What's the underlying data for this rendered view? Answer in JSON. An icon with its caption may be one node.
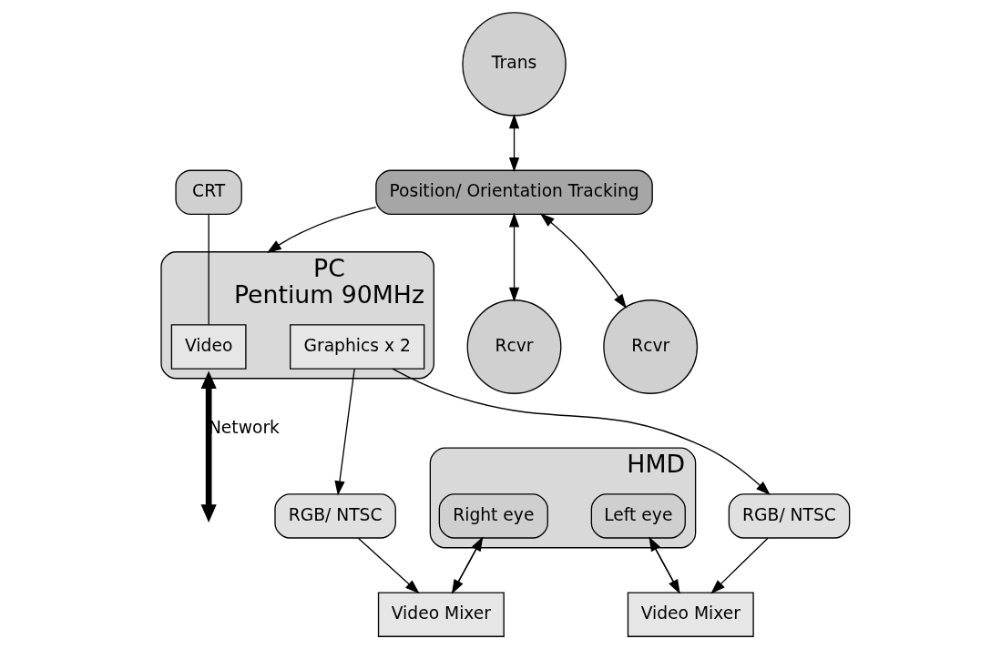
{
  "diagram": {
    "nodes": [
      {
        "text": [
          "PC",
          "Pentium 90MHz"
        ]
      },
      {
        "text": [
          "Video"
        ],
        "in": 0
      },
      {
        "text": [
          "Graphics x 2"
        ],
        "in": 0
      },
      {
        "text": [
          "CRT"
        ]
      },
      {
        "text": [
          "RGB/ NTSC"
        ]
      },
      {
        "text": [
          "RGB/ NTSC"
        ]
      },
      {
        "text": [
          "Video Mixer"
        ]
      },
      {
        "text": [
          "Video Mixer"
        ]
      },
      {
        "text": [
          "Position/ Orientation Tracking"
        ]
      },
      {
        "text": [
          "Trans"
        ]
      },
      {
        "text": [
          "Rcvr"
        ]
      },
      {
        "text": [
          "HMD"
        ]
      },
      {
        "text": [
          "Left eye"
        ],
        "in": 11
      },
      {
        "text": [
          "Right eye"
        ],
        "in": 11
      },
      {
        "text": [
          "Rcvr"
        ]
      }
    ],
    "edges": [
      {
        "from": 3,
        "to": 1,
        "arrow": "none"
      },
      {
        "from": 0,
        "to": null,
        "arrow": "both",
        "style": "thick",
        "label": "Network"
      },
      {
        "from": 2,
        "to": 4,
        "arrow": "to"
      },
      {
        "from": 2,
        "to": 5,
        "arrow": "to"
      },
      {
        "from": 4,
        "to": 6,
        "arrow": "to"
      },
      {
        "from": 5,
        "to": 7,
        "arrow": "to"
      },
      {
        "from": 8,
        "to": 0,
        "arrow": "to"
      },
      {
        "from": 9,
        "to": 8,
        "arrow": "both"
      },
      {
        "from": 8,
        "to": 10,
        "arrow": "both"
      },
      {
        "from": 8,
        "to": 14,
        "arrow": "both"
      },
      {
        "from": 7,
        "to": 12,
        "arrow": "to"
      },
      {
        "from": 12,
        "to": 7,
        "arrow": "to"
      },
      {
        "from": 6,
        "to": 13,
        "arrow": "to"
      },
      {
        "from": 13,
        "to": 6,
        "arrow": "to"
      }
    ]
  }
}
